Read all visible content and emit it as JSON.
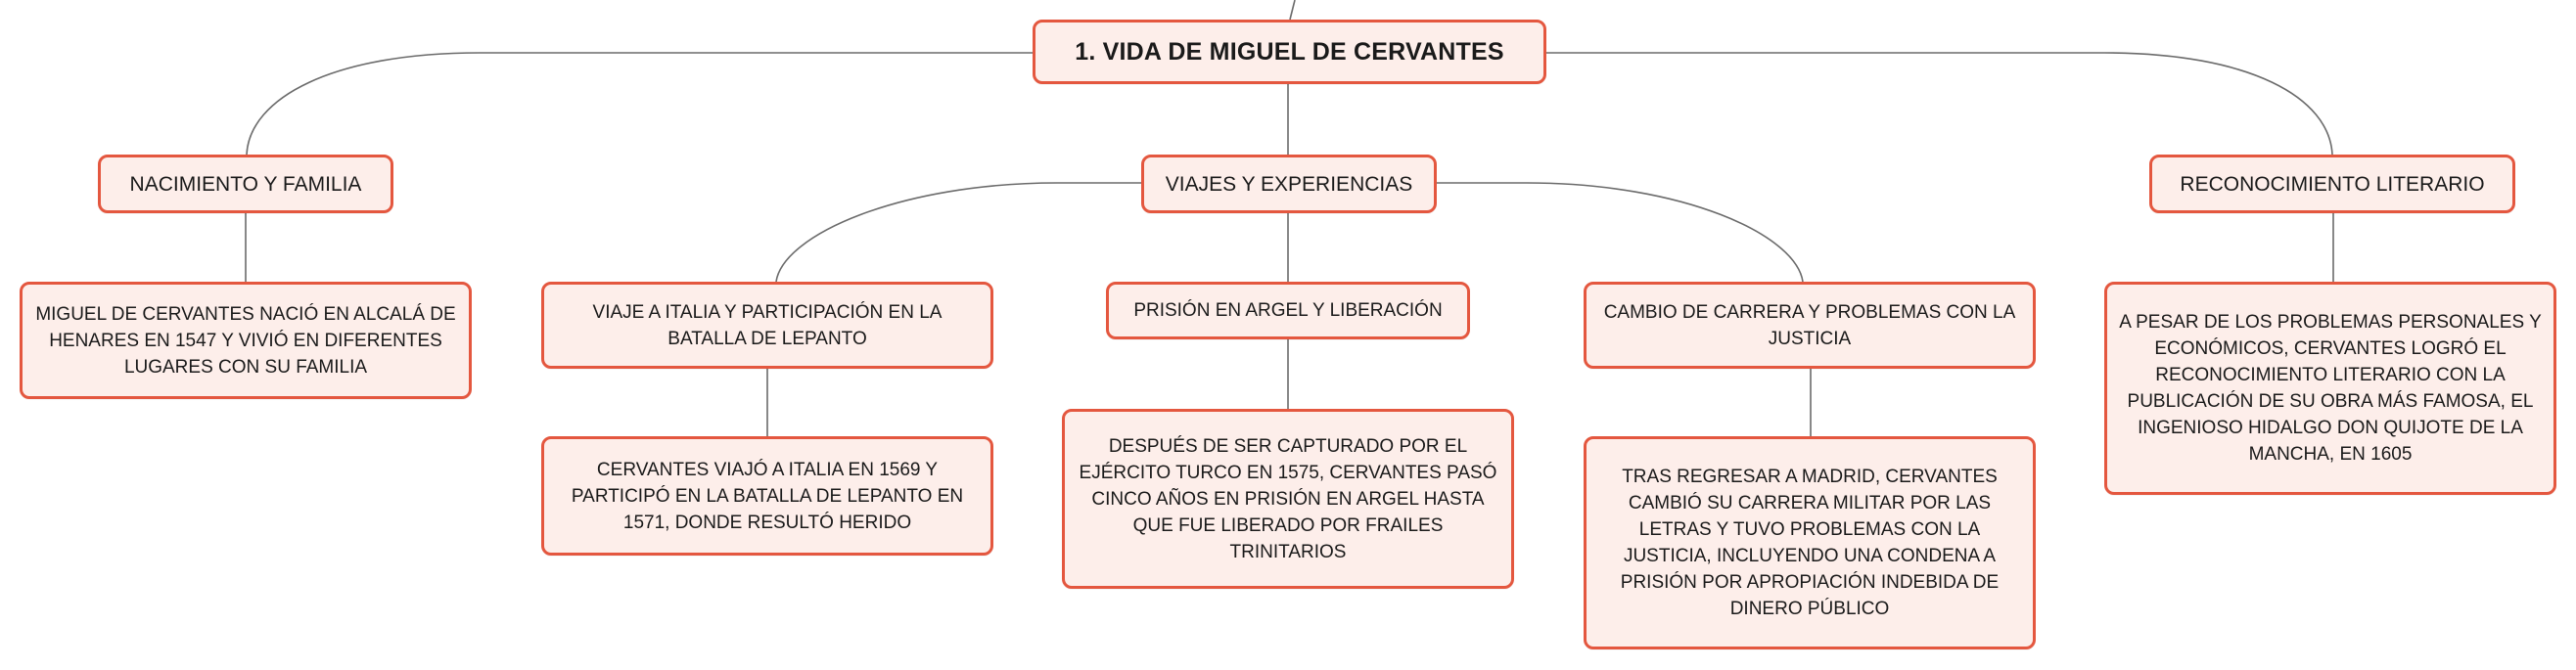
{
  "root": {
    "title": "1. VIDA DE MIGUEL DE CERVANTES"
  },
  "branches": [
    {
      "label": "NACIMIENTO Y FAMILIA",
      "detail": "MIGUEL DE CERVANTES NACIÓ EN ALCALÁ DE HENARES EN 1547 Y VIVIÓ EN DIFERENTES LUGARES CON SU FAMILIA"
    },
    {
      "label": "VIAJES Y EXPERIENCIAS",
      "children": [
        {
          "label": "VIAJE A ITALIA Y PARTICIPACIÓN EN LA BATALLA DE LEPANTO",
          "detail": "CERVANTES VIAJÓ A ITALIA EN 1569 Y PARTICIPÓ EN LA BATALLA DE LEPANTO EN 1571, DONDE RESULTÓ HERIDO"
        },
        {
          "label": "PRISIÓN EN ARGEL Y LIBERACIÓN",
          "detail": "DESPUÉS DE SER CAPTURADO POR EL EJÉRCITO TURCO EN 1575, CERVANTES PASÓ CINCO AÑOS EN PRISIÓN EN ARGEL HASTA QUE FUE LIBERADO POR FRAILES TRINITARIOS"
        },
        {
          "label": "CAMBIO DE CARRERA Y PROBLEMAS CON LA JUSTICIA",
          "detail": "TRAS REGRESAR A MADRID, CERVANTES CAMBIÓ SU CARRERA MILITAR POR LAS LETRAS Y TUVO PROBLEMAS CON LA JUSTICIA, INCLUYENDO UNA CONDENA A PRISIÓN POR APROPIACIÓN INDEBIDA DE DINERO PÚBLICO"
        }
      ]
    },
    {
      "label": "RECONOCIMIENTO LITERARIO",
      "detail": "A PESAR DE LOS PROBLEMAS PERSONALES Y ECONÓMICOS, CERVANTES LOGRÓ EL RECONOCIMIENTO LITERARIO CON LA PUBLICACIÓN DE SU OBRA MÁS FAMOSA, EL INGENIOSO HIDALGO DON QUIJOTE DE LA MANCHA, EN 1605"
    }
  ],
  "colors": {
    "node_fill": "#fdeeea",
    "node_border": "#e4573f",
    "connector": "#6b6b6b"
  }
}
